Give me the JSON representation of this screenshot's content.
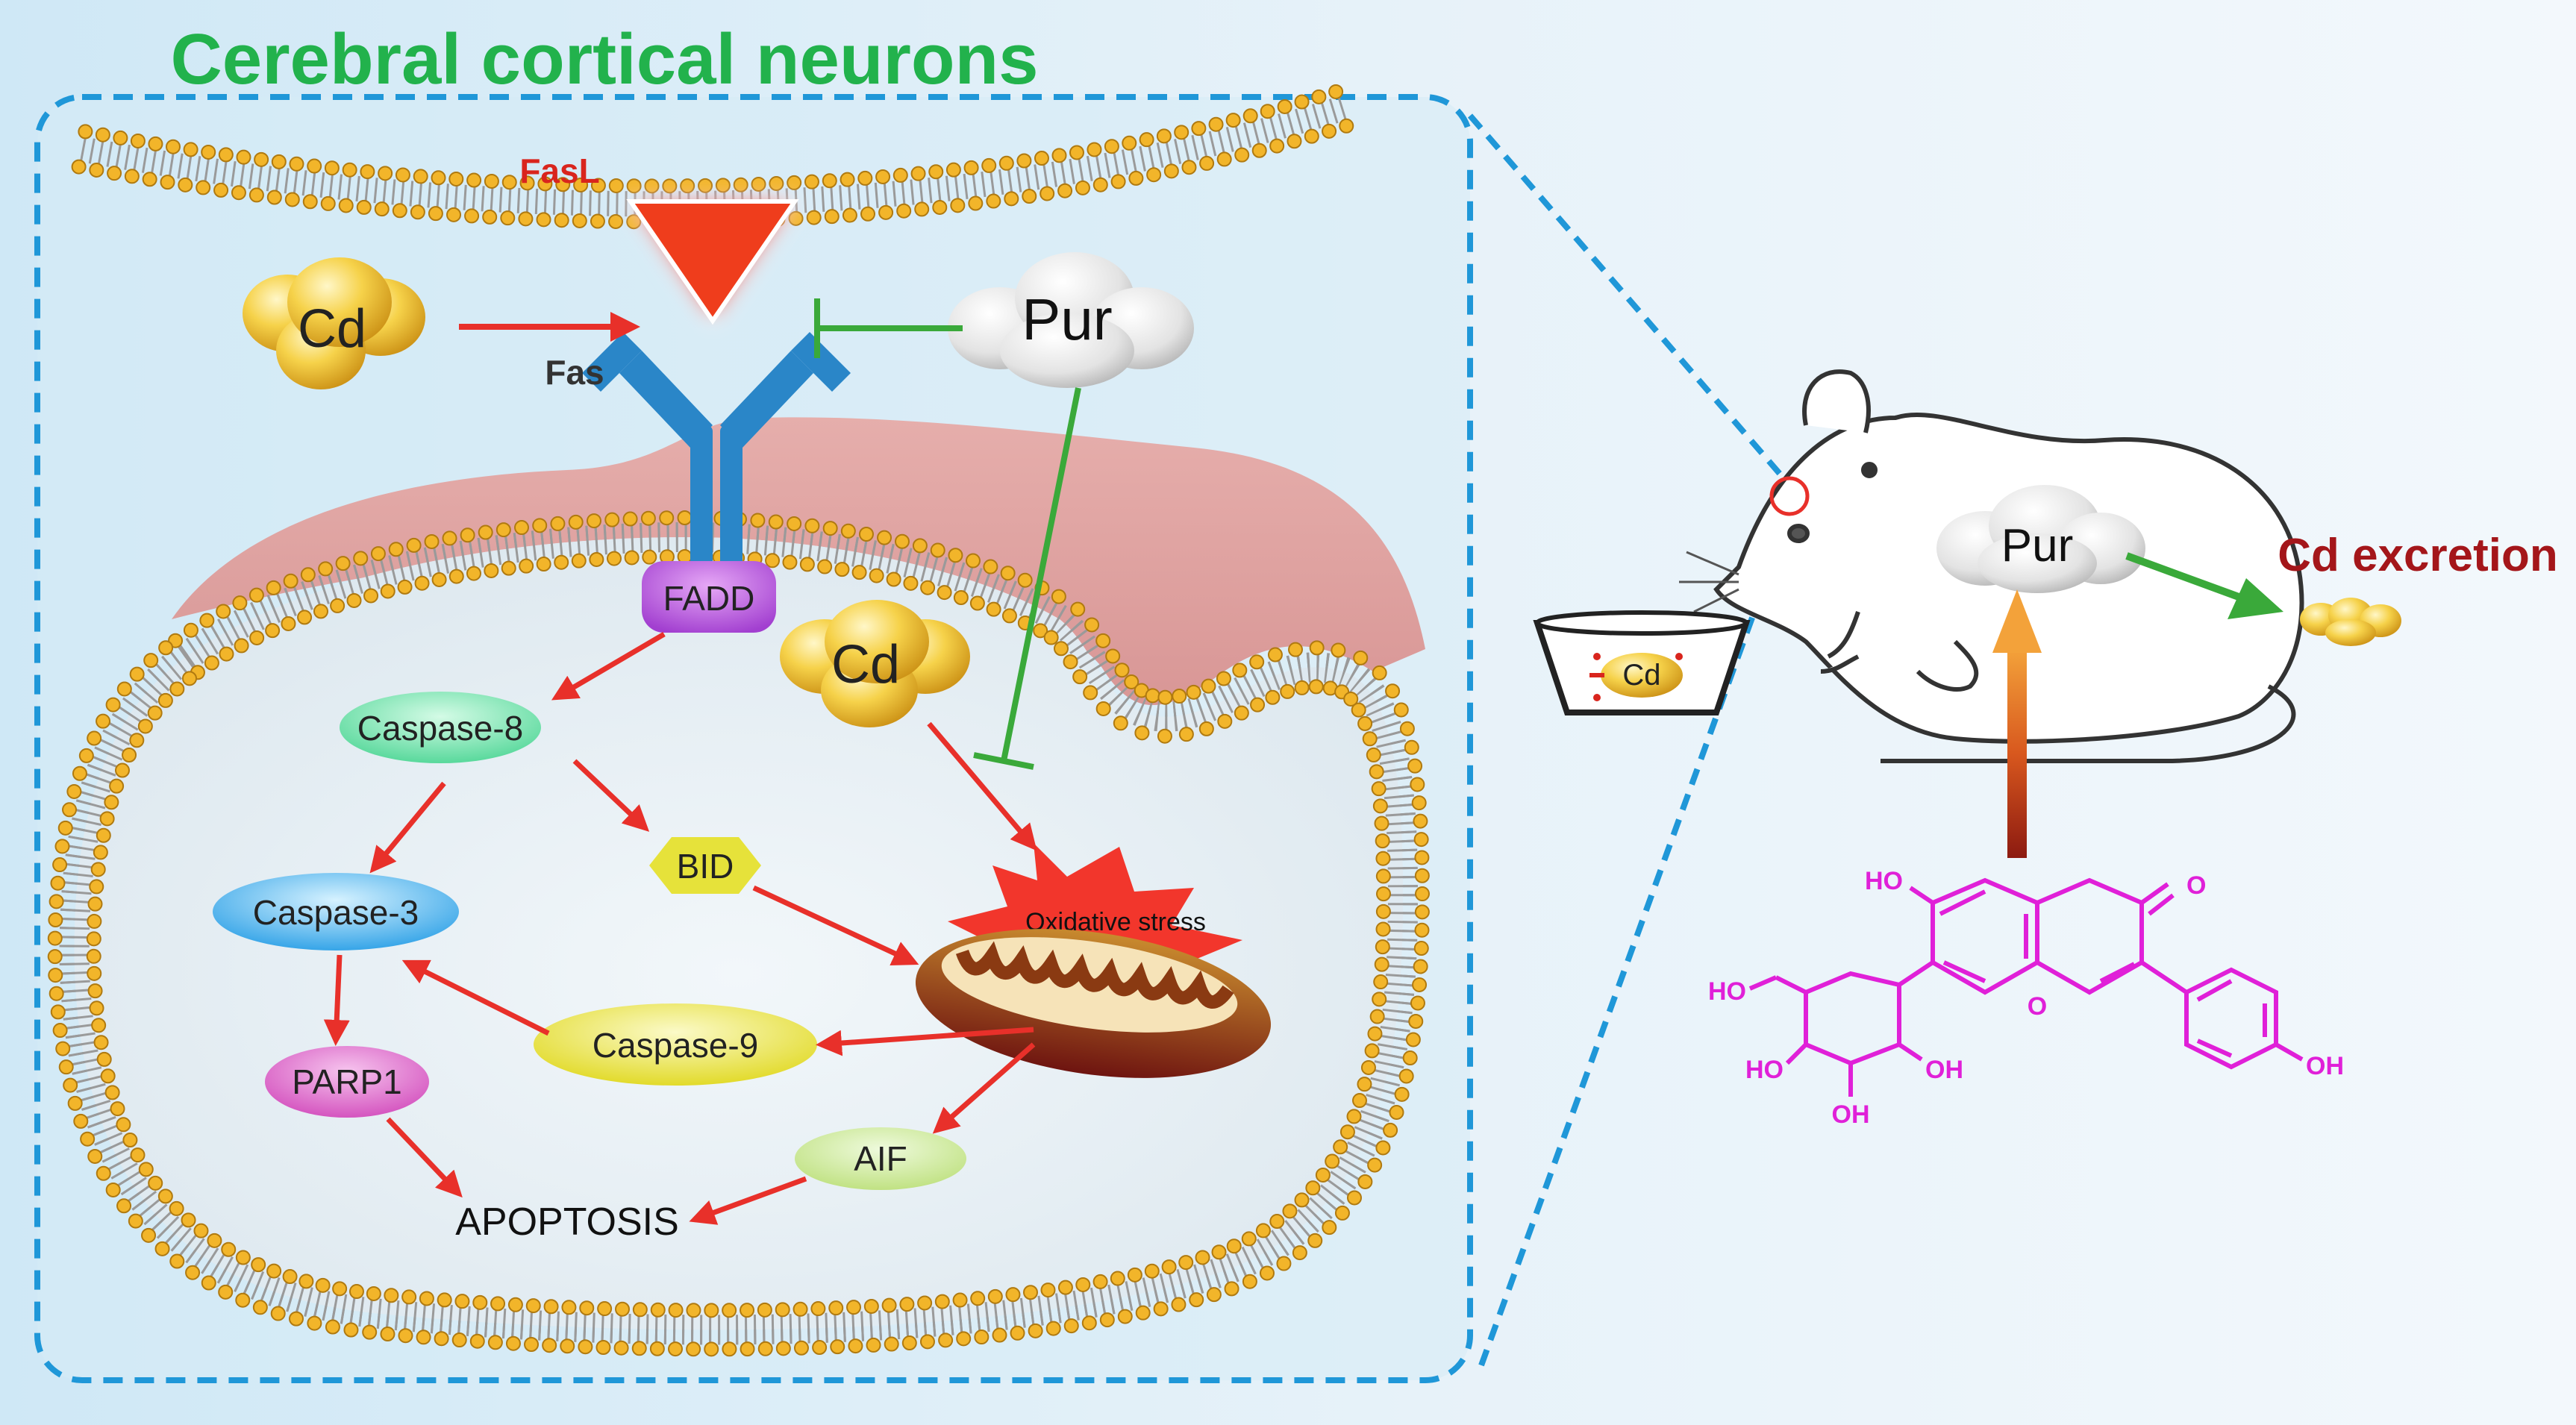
{
  "title": "Cerebral cortical neurons",
  "labels": {
    "fasl": "FasL",
    "fas": "Fas",
    "cd_outer": "Cd",
    "cd_inner": "Cd",
    "pur_cell": "Pur",
    "fadd": "FADD",
    "caspase8": "Caspase-8",
    "bid": "BID",
    "caspase3": "Caspase-3",
    "oxidative_stress": "Oxidative stress",
    "caspase9": "Caspase-9",
    "parp1": "PARP1",
    "aif": "AIF",
    "apoptosis": "APOPTOSIS",
    "pur_mouse": "Pur",
    "cd_excretion": "Cd excretion",
    "cd_water": "Cd"
  },
  "molecule": {
    "ho_top": "HO",
    "ho_left": "HO",
    "ho_sugar_left": "HO",
    "oh_sugar_right": "OH",
    "oh_sugar_bottom": "OH",
    "ketone": "O",
    "ring_o": "O",
    "oh_phenyl": "OH"
  },
  "colors": {
    "title_green": "#22b24c",
    "inhibit_green": "#3aa93a",
    "activate_red": "#e8302a",
    "fasl_red": "#d9251d",
    "excretion_red": "#a4161a",
    "molecule_magenta": "#e020d8",
    "dashed_blue": "#1f97d8",
    "fas_blue": "#2a86c8",
    "fadd_purple": "#b24fd6",
    "caspase8_green": "#5fe0a0",
    "caspase3_blue": "#3ab0ee",
    "caspase9_yellow": "#e8e034",
    "bid_yellow": "#e6e23a",
    "parp1_pink": "#dc5ec8",
    "aif_lime": "#c8e68c",
    "oxidative_red": "#f2362c",
    "cd_gold": "#f2c532"
  }
}
